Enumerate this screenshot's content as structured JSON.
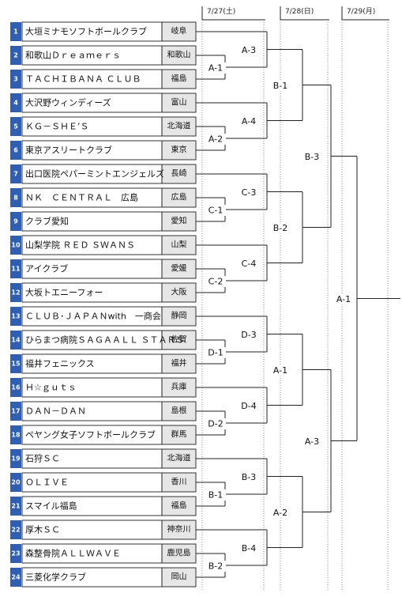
{
  "days": [
    {
      "label": "7/27(土)"
    },
    {
      "label": "7/28(日)"
    },
    {
      "label": "7/29(月)"
    }
  ],
  "teams": [
    {
      "seed": "1",
      "name": "大垣ミナモソフトボールクラブ",
      "pref": "岐阜"
    },
    {
      "seed": "2",
      "name": "和歌山Ｄｒｅａｍｅｒｓ",
      "pref": "和歌山"
    },
    {
      "seed": "3",
      "name": "ＴＡＣＨＩＢＡＮＡ ＣＬＵＢ",
      "pref": "福島"
    },
    {
      "seed": "4",
      "name": "大沢野ウィンディーズ",
      "pref": "富山"
    },
    {
      "seed": "5",
      "name": "ＫＧ－ＳＨＥ’Ｓ",
      "pref": "北海道"
    },
    {
      "seed": "6",
      "name": "東京アスリートクラブ",
      "pref": "東京"
    },
    {
      "seed": "7",
      "name": "出口医院ペパーミントエンジェルズ",
      "pref": "長崎"
    },
    {
      "seed": "8",
      "name": "ＮＫ　ＣＥＮＴＲＡＬ　広島",
      "pref": "広島"
    },
    {
      "seed": "9",
      "name": "クラブ愛知",
      "pref": "愛知"
    },
    {
      "seed": "10",
      "name": "山梨学院 ＲＥＤ ＳＷＡＮＳ",
      "pref": "山梨"
    },
    {
      "seed": "11",
      "name": "アイクラブ",
      "pref": "愛媛"
    },
    {
      "seed": "12",
      "name": "大坂トエニーフォー",
      "pref": "大阪"
    },
    {
      "seed": "13",
      "name": "ＣＬＵＢ･ＪＡＰＡＮwith　一商会",
      "pref": "静岡"
    },
    {
      "seed": "14",
      "name": "ひらまつ病院ＳＡＧＡＡＬＬ ＳＴＡＲＳ",
      "pref": "佐賀"
    },
    {
      "seed": "15",
      "name": "福井フェニックス",
      "pref": "福井"
    },
    {
      "seed": "16",
      "name": "Ｈ☆ｇｕｔｓ",
      "pref": "兵庫"
    },
    {
      "seed": "17",
      "name": "ＤＡＮ－ＤＡＮ",
      "pref": "島根"
    },
    {
      "seed": "18",
      "name": "ペヤング女子ソフトボールクラブ",
      "pref": "群馬"
    },
    {
      "seed": "19",
      "name": "石狩ＳＣ",
      "pref": "北海道"
    },
    {
      "seed": "20",
      "name": "ＯＬＩＶＥ",
      "pref": "香川"
    },
    {
      "seed": "21",
      "name": "スマイル福島",
      "pref": "福島"
    },
    {
      "seed": "22",
      "name": "厚木ＳＣ",
      "pref": "神奈川"
    },
    {
      "seed": "23",
      "name": "森整骨院ＡＬＬＷＡＶＥ",
      "pref": "鹿児島"
    },
    {
      "seed": "24",
      "name": "三菱化学クラブ",
      "pref": "岡山"
    }
  ],
  "round1": [
    {
      "label": "A-1"
    },
    {
      "label": "A-2"
    },
    {
      "label": "C-1"
    },
    {
      "label": "C-2"
    },
    {
      "label": "D-1"
    },
    {
      "label": "D-2"
    },
    {
      "label": "B-1"
    },
    {
      "label": "B-2"
    }
  ],
  "round2": [
    {
      "label": "A-3"
    },
    {
      "label": "A-4"
    },
    {
      "label": "C-3"
    },
    {
      "label": "C-4"
    },
    {
      "label": "D-3"
    },
    {
      "label": "D-4"
    },
    {
      "label": "B-3"
    },
    {
      "label": "B-4"
    }
  ],
  "round3": [
    {
      "label": "B-1"
    },
    {
      "label": "B-2"
    },
    {
      "label": "A-1"
    },
    {
      "label": "A-2"
    }
  ],
  "round4": [
    {
      "label": "B-3"
    },
    {
      "label": "A-3"
    }
  ],
  "final": {
    "label": "A-1"
  },
  "colors": {
    "seed_bg": "#2f5fb3",
    "line": "#222222",
    "box_border": "#333333",
    "pref_bg": "#e6e6e6"
  }
}
